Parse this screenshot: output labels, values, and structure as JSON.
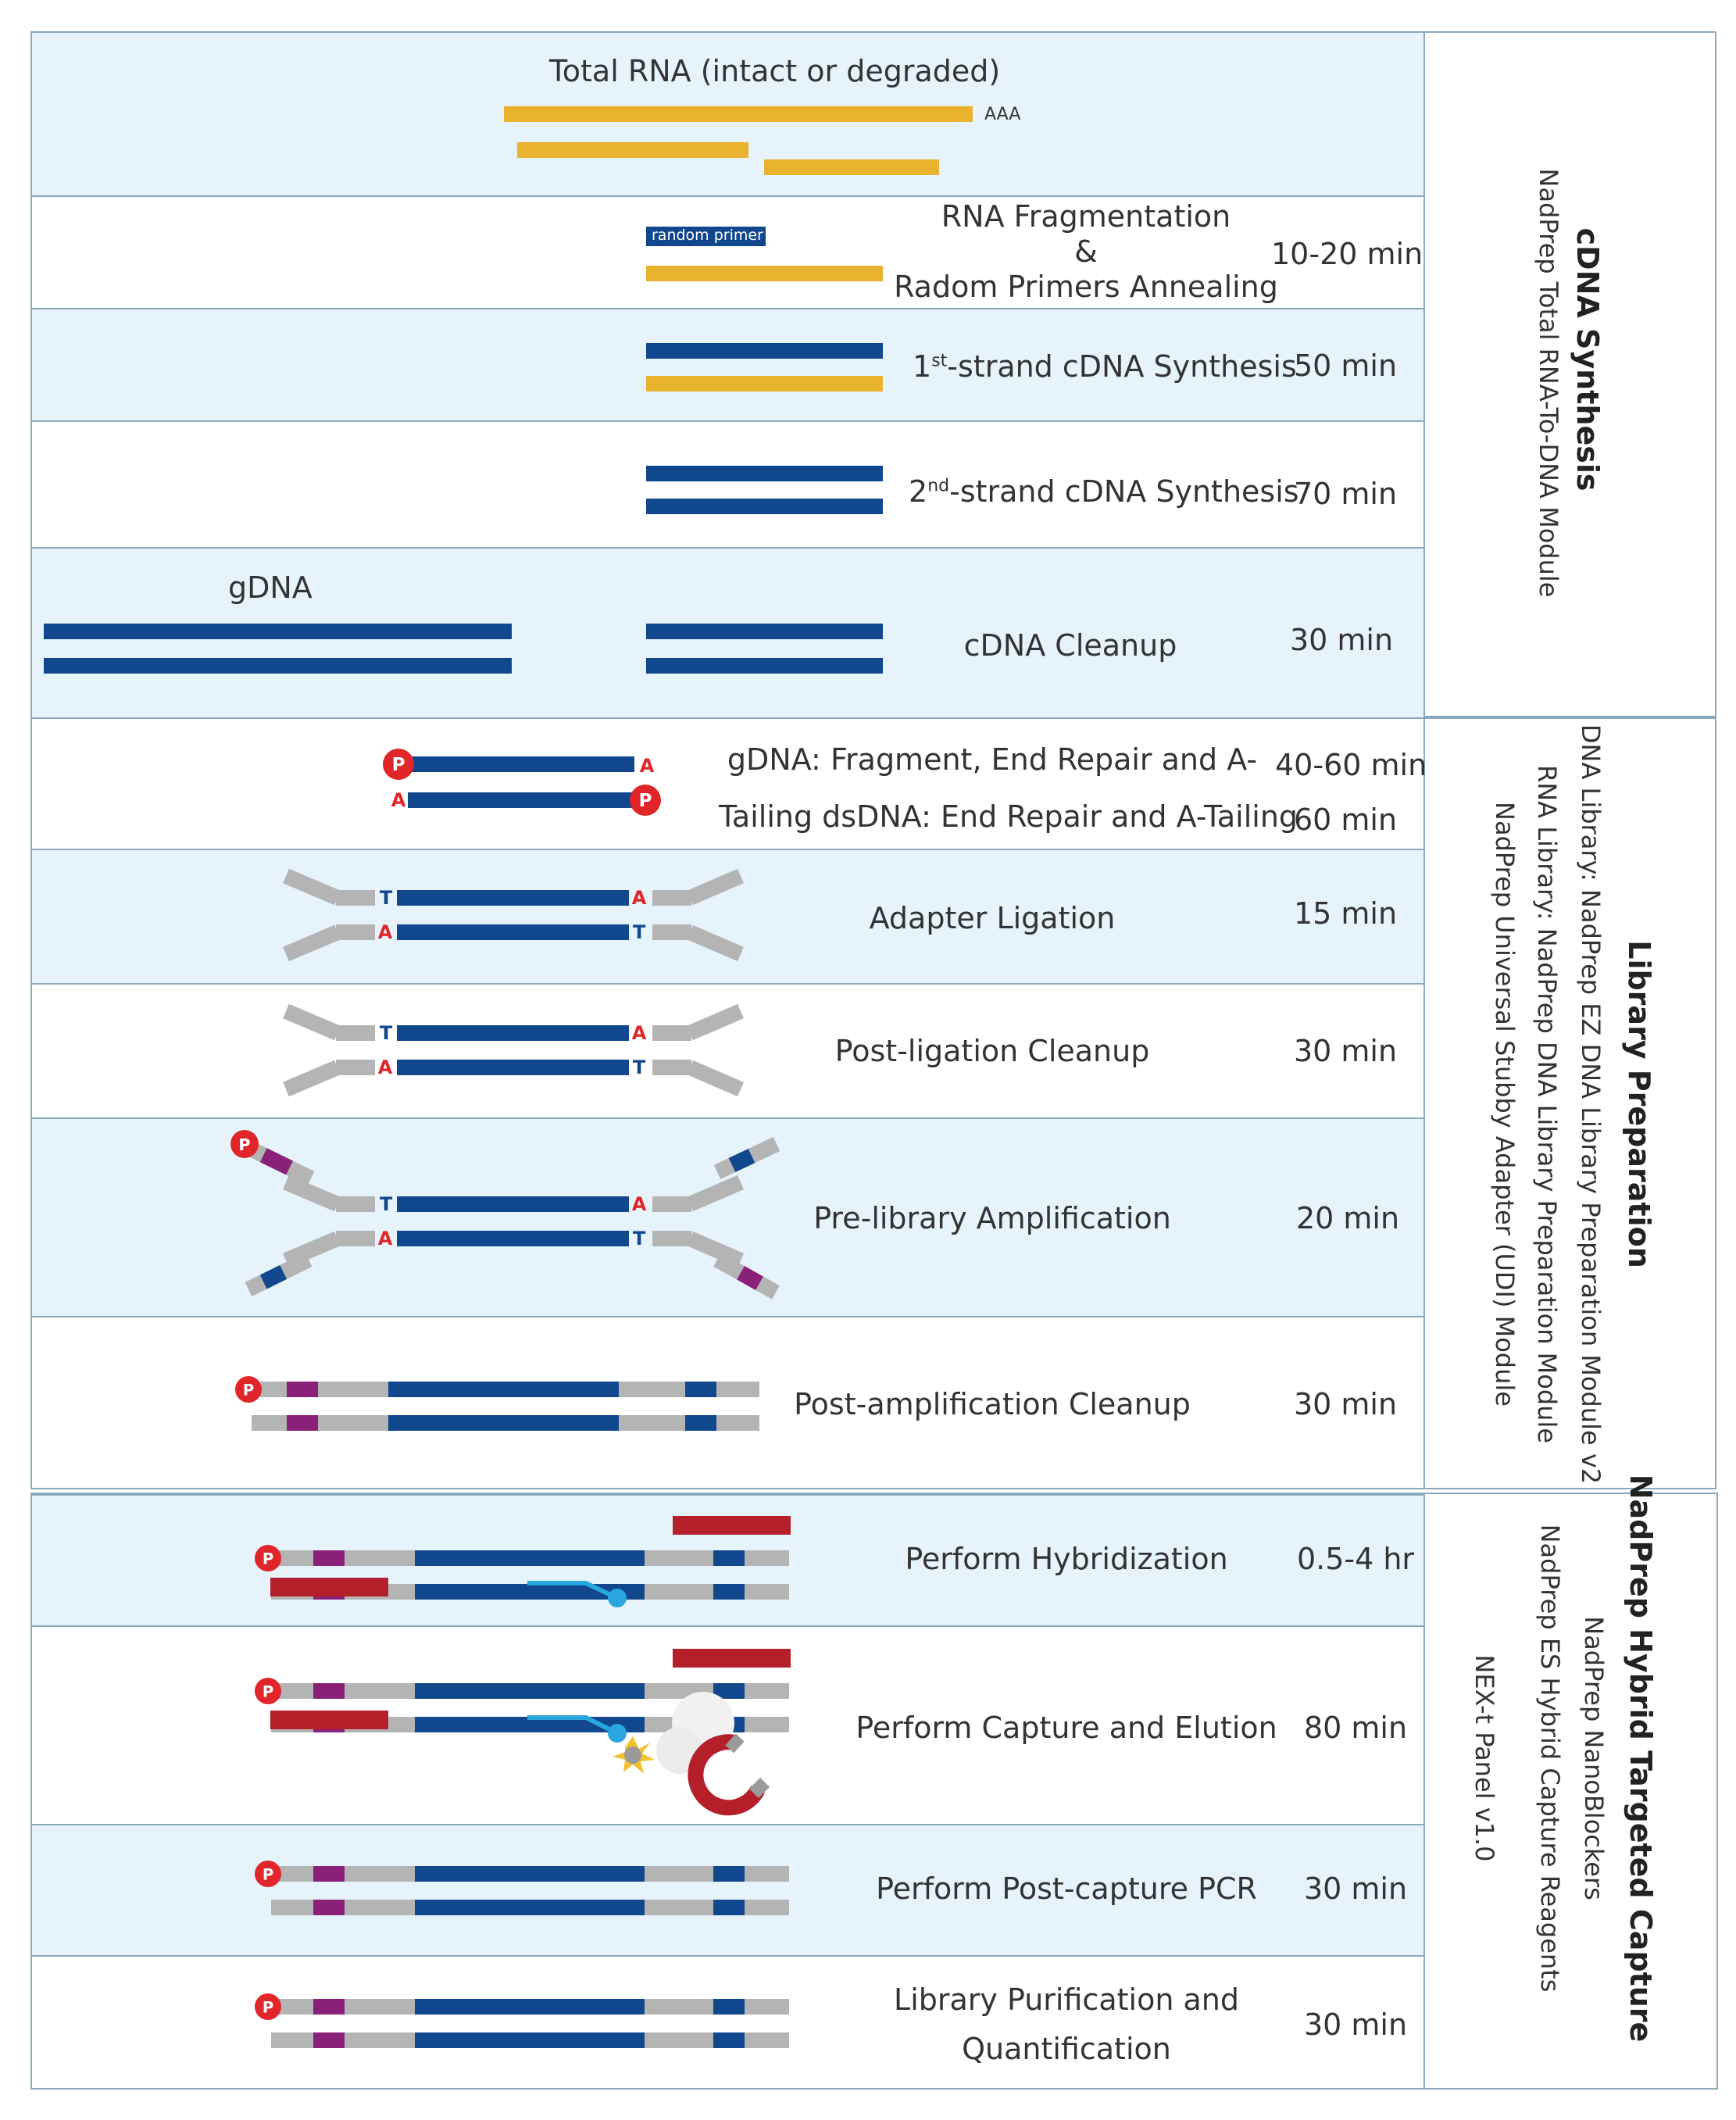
{
  "colors": {
    "orange": "#e9b32f",
    "navy": "#11478c",
    "gray": "#b4b4b4",
    "purple": "#8a2179",
    "red_circle": "#e0262a",
    "probe_red": "#b51f2a",
    "light_blue": "#29a6de",
    "row_shade": "#e6f3fb",
    "border": "#8aa9bd"
  },
  "rna": {
    "title": "Total RNA (intact or degraded)",
    "poly_a": "AAA",
    "random_primer": "random primer"
  },
  "gdna_label": "gDNA",
  "strand_letters": {
    "p": "P",
    "a": "A",
    "t": "T"
  },
  "steps": {
    "fragmentation": {
      "line1": "RNA Fragmentation",
      "line2": "&",
      "line3": "Radom Primers Annealing",
      "time": "10-20 min"
    },
    "first_strand": {
      "num": "1",
      "sup": "st",
      "rest": "-strand cDNA Synthesis",
      "time": "50 min"
    },
    "second_strand": {
      "num": "2",
      "sup": "nd",
      "rest": "-strand cDNA Synthesis",
      "time": "70 min"
    },
    "cdna_cleanup": {
      "label": "cDNA Cleanup",
      "time": "30 min"
    },
    "end_repair": {
      "line1": "gDNA: Fragment, End Repair and A-",
      "line2": "Tailing dsDNA: End Repair and A-Tailing",
      "time1": "40-60 min",
      "time2": "60 min"
    },
    "adapter_ligation": {
      "label": "Adapter Ligation",
      "time": "15 min"
    },
    "post_ligation": {
      "label": "Post-ligation Cleanup",
      "time": "30 min"
    },
    "pre_library": {
      "label": "Pre-library Amplification",
      "time": "20 min"
    },
    "post_amp": {
      "label": "Post-amplification Cleanup",
      "time": "30 min"
    },
    "hybridization": {
      "label": "Perform Hybridization",
      "time": "0.5-4 hr"
    },
    "capture": {
      "label": "Perform Capture and Elution",
      "time": "80 min"
    },
    "post_capture": {
      "label": "Perform Post-capture PCR",
      "time": "30 min"
    },
    "purification": {
      "line1": "Library Purification and",
      "line2": "Quantification",
      "time": "30 min"
    }
  },
  "sections": {
    "cdna": {
      "title": "cDNA Synthesis",
      "sub1": "NadPrep Total RNA-To-DNA Module"
    },
    "library": {
      "title": "Library Preparation",
      "sub1": "DNA Library: NadPrep EZ DNA Library Preparation Module v2",
      "sub2": "RNA Library: NadPrep DNA Library Preparation Module",
      "sub3": "NadPrep  Universal Stubby Adapter (UDI) Module"
    },
    "capture": {
      "title": "NadPrep Hybrid Targeted Capture",
      "sub1": "NadPrep NanoBlockers",
      "sub2": "NadPrep ES Hybrid Capture Reagents",
      "sub3": "NEX-t Panel v1.0"
    }
  }
}
